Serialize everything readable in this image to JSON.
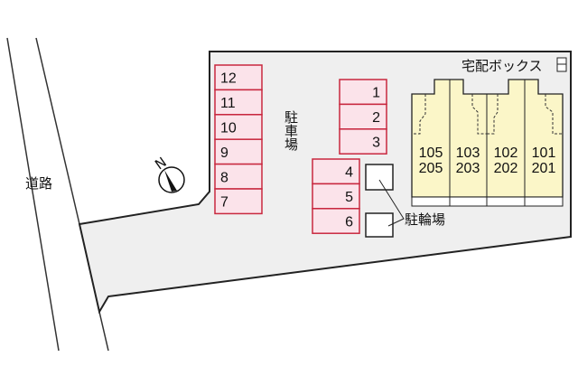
{
  "labels": {
    "road": "道路",
    "parking": "駐車場",
    "bicycle_parking": "駐輪場",
    "delivery_box": "宅配ボックス",
    "compass": "N"
  },
  "parking_left": [
    "12",
    "11",
    "10",
    "9",
    "8",
    "7"
  ],
  "parking_right_top": [
    "1",
    "2",
    "3"
  ],
  "parking_right_bottom": [
    "4",
    "5",
    "6"
  ],
  "units": [
    {
      "lower": "105",
      "upper": "205"
    },
    {
      "lower": "103",
      "upper": "203"
    },
    {
      "lower": "102",
      "upper": "202"
    },
    {
      "lower": "101",
      "upper": "201"
    }
  ],
  "colors": {
    "parking_fill": "#fbe3ea",
    "parking_stroke": "#c8283f",
    "building_fill": "#fbf6c8",
    "lot_fill": "#efefef"
  }
}
